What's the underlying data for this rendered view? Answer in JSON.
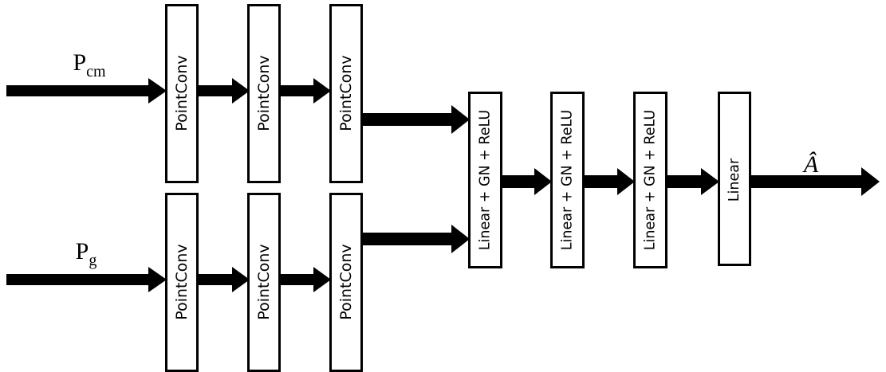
{
  "diagram": {
    "type": "neural-network-architecture-flow",
    "background_color": "#ffffff",
    "stroke_color": "#000000",
    "fill_color": "#ffffff",
    "inputs": [
      {
        "id": "input-pcm",
        "base": "P",
        "subscript": "cm",
        "text": "P_cm"
      },
      {
        "id": "input-pg",
        "base": "P",
        "subscript": "g",
        "text": "P_g"
      }
    ],
    "output": {
      "id": "output-a-hat",
      "base": "Â",
      "text": "A-hat"
    },
    "branches": [
      {
        "id": "branch-top",
        "input_label": "P_cm",
        "blocks": [
          {
            "id": "pointconv-top-1",
            "label": "PointConv"
          },
          {
            "id": "pointconv-top-2",
            "label": "PointConv"
          },
          {
            "id": "pointconv-top-3",
            "label": "PointConv"
          }
        ]
      },
      {
        "id": "branch-bottom",
        "input_label": "P_g",
        "blocks": [
          {
            "id": "pointconv-bottom-1",
            "label": "PointConv"
          },
          {
            "id": "pointconv-bottom-2",
            "label": "PointConv"
          },
          {
            "id": "pointconv-bottom-3",
            "label": "PointConv"
          }
        ]
      }
    ],
    "trunk": {
      "id": "merged-trunk",
      "blocks": [
        {
          "id": "linear-gn-relu-1",
          "label": "Linear + GN + ReLU"
        },
        {
          "id": "linear-gn-relu-2",
          "label": "Linear + GN + ReLU"
        },
        {
          "id": "linear-gn-relu-3",
          "label": "Linear + GN + ReLU"
        },
        {
          "id": "linear-out",
          "label": "Linear"
        }
      ]
    },
    "arrows": [
      {
        "id": "arrow-input-pcm",
        "from": "P_cm",
        "to": "pointconv-top-1"
      },
      {
        "id": "arrow-top-1-2",
        "from": "pointconv-top-1",
        "to": "pointconv-top-2"
      },
      {
        "id": "arrow-top-2-3",
        "from": "pointconv-top-2",
        "to": "pointconv-top-3"
      },
      {
        "id": "arrow-top-merge",
        "from": "pointconv-top-3",
        "to": "linear-gn-relu-1"
      },
      {
        "id": "arrow-input-pg",
        "from": "P_g",
        "to": "pointconv-bottom-1"
      },
      {
        "id": "arrow-bottom-1-2",
        "from": "pointconv-bottom-1",
        "to": "pointconv-bottom-2"
      },
      {
        "id": "arrow-bottom-2-3",
        "from": "pointconv-bottom-2",
        "to": "pointconv-bottom-3"
      },
      {
        "id": "arrow-bottom-merge",
        "from": "pointconv-bottom-3",
        "to": "linear-gn-relu-1"
      },
      {
        "id": "arrow-trunk-1-2",
        "from": "linear-gn-relu-1",
        "to": "linear-gn-relu-2"
      },
      {
        "id": "arrow-trunk-2-3",
        "from": "linear-gn-relu-2",
        "to": "linear-gn-relu-3"
      },
      {
        "id": "arrow-trunk-3-4",
        "from": "linear-gn-relu-3",
        "to": "linear-out"
      },
      {
        "id": "arrow-output",
        "from": "linear-out",
        "to": "A-hat"
      }
    ]
  }
}
